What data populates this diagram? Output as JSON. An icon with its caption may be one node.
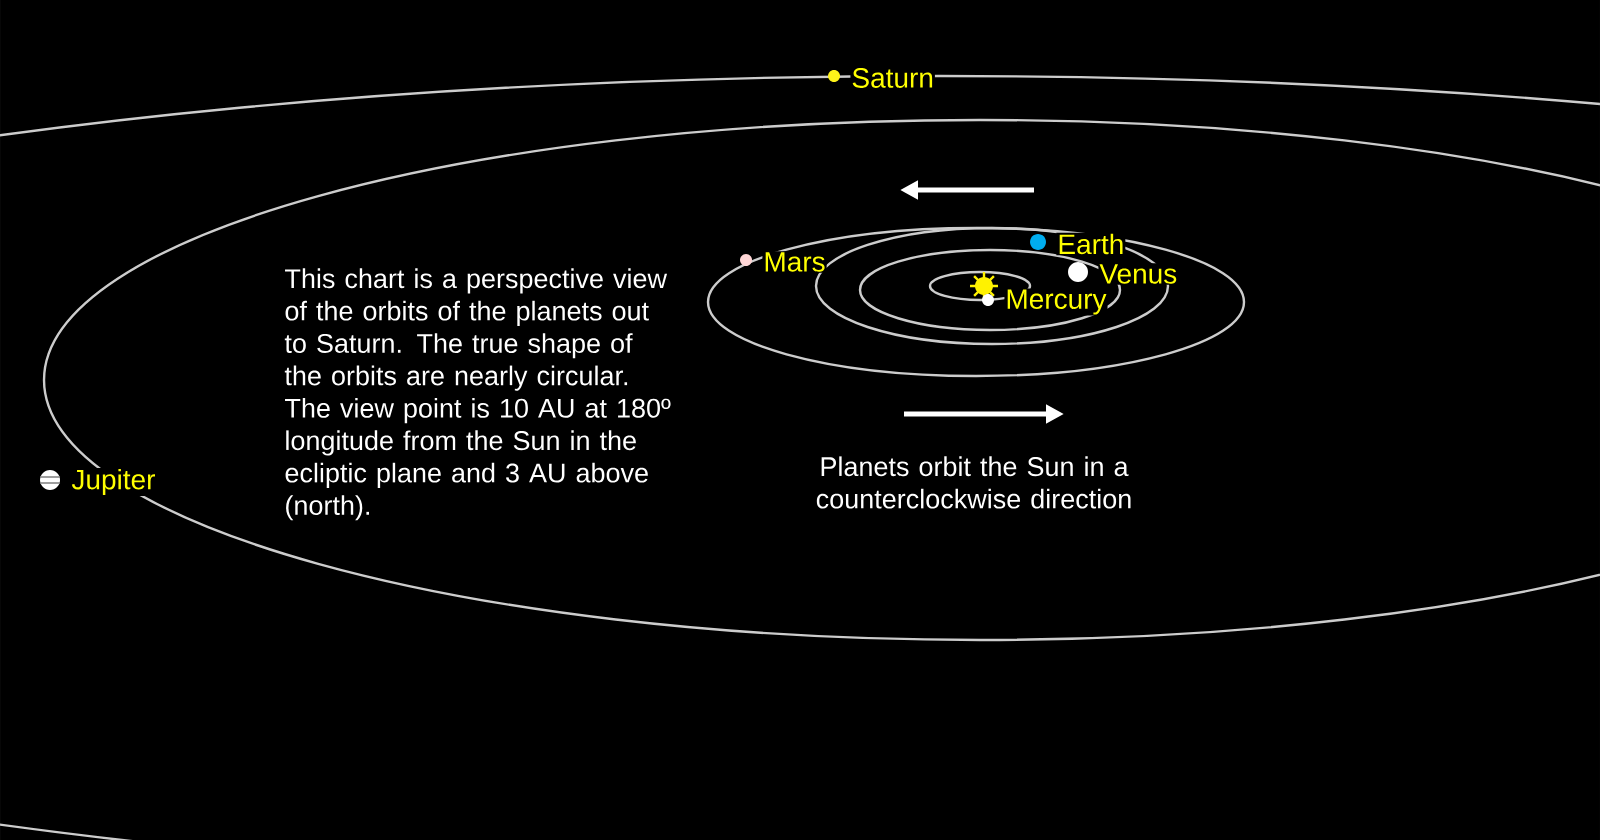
{
  "diagram": {
    "labels": [
      "Saturn",
      "Earth",
      "Mars",
      "Venus",
      "Mercury",
      "Jupiter",
      "This chart is a perspective view of the orbits of the planets out to Saturn. The true shape of the orbits are nearly circular. The view point is 10 AU at 180º longitude from the Sun in the ecliptic plane and 3 AU above (north).",
      "Planets orbit the Sun in a counterclockwise direction"
    ]
  }
}
